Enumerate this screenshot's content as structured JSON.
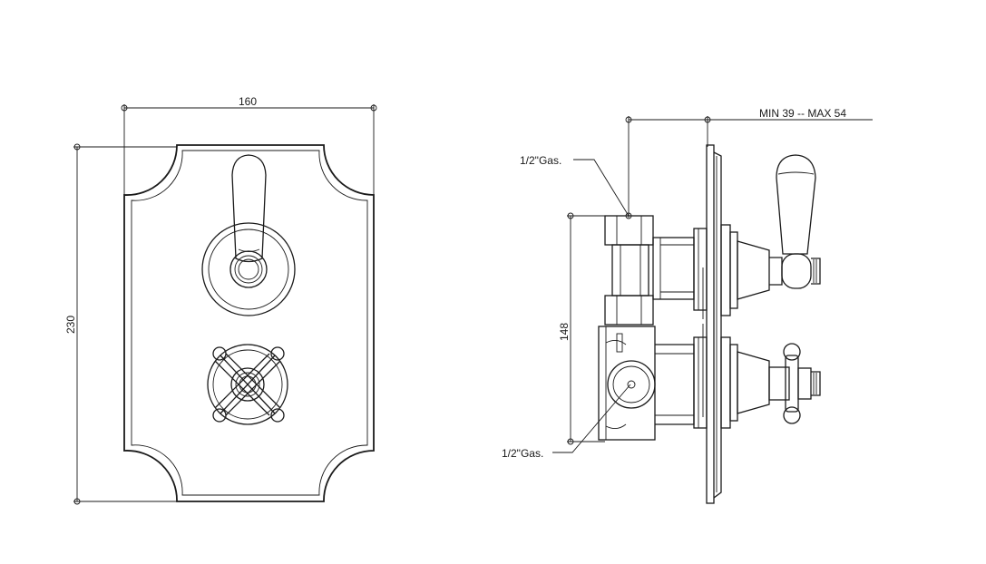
{
  "front_view": {
    "width_dimension": "160",
    "height_dimension": "230"
  },
  "side_view": {
    "depth_dimension": "MIN 39 -- MAX 54",
    "inlet_height_dimension": "148",
    "upper_connection_label": "1/2\"Gas.",
    "lower_connection_label": "1/2\"Gas."
  },
  "colors": {
    "line": "#1a1a1a",
    "background": "#ffffff"
  }
}
